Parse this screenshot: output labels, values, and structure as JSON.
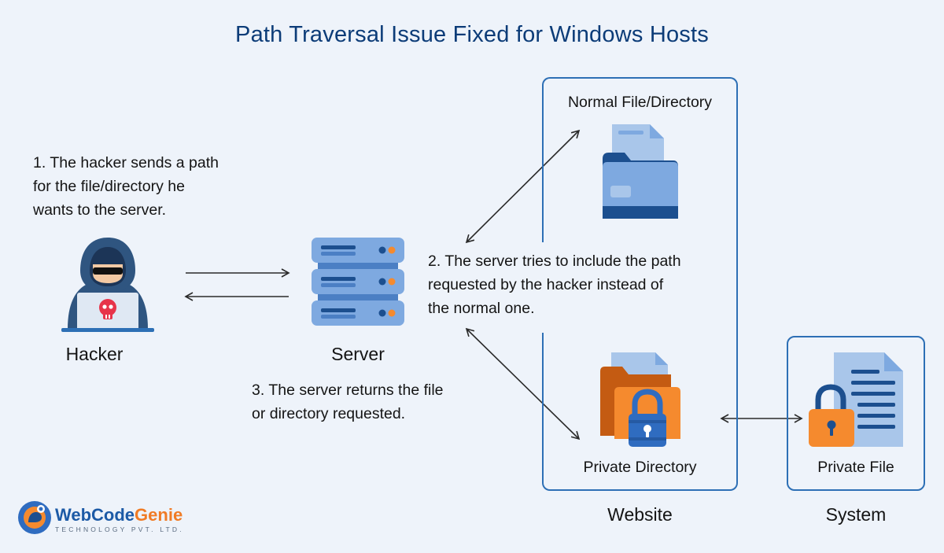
{
  "title": "Path Traversal Issue Fixed for Windows Hosts",
  "steps": {
    "step1_lines": [
      "1. The hacker sends a path",
      "for the file/directory he",
      "wants to the server."
    ],
    "step2_lines": [
      "2. The server tries to include the path",
      "requested by the hacker instead of",
      "the normal one."
    ],
    "step3_lines": [
      "3. The server returns the file",
      "or directory requested."
    ]
  },
  "nodes": {
    "hacker": "Hacker",
    "server": "Server",
    "normal_file": "Normal File/Directory",
    "private_directory": "Private Directory",
    "private_file": "Private File"
  },
  "groups": {
    "website": "Website",
    "system": "System"
  },
  "logo": {
    "name_part1": "WebCode",
    "name_part2": "Genie",
    "tagline": "TECHNOLOGY PVT. LTD."
  },
  "colors": {
    "title": "#0c3c78",
    "frame": "#2d6fb5",
    "server_blue": "#7ea9e0",
    "server_dark": "#1c4f8f",
    "hacker_hood": "#2f5580",
    "folder_light": "#a9c6ea",
    "folder_dark": "#1c4f8f",
    "private_orange": "#f58a2e",
    "lock_blue": "#2f6cc0",
    "skull_red": "#e7344a",
    "arrow": "#2a2a2a"
  },
  "icons": [
    "hacker-icon",
    "server-icon",
    "folder-icon",
    "private-folder-icon",
    "private-file-icon",
    "logo-icon"
  ]
}
